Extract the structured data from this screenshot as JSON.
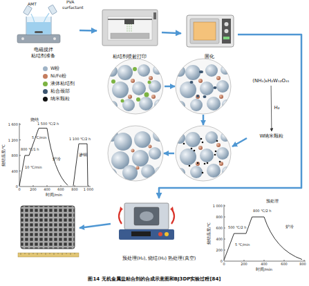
{
  "diagram": {
    "caption": "图14 无机金属盐粘合剂的合成示意图和BJ3DP实验过程[84]",
    "nodes": [
      {
        "text": [
          "电磁搅拌",
          "粘结剂准备"
        ]
      },
      {
        "text": [
          "粘结剂喷射打印"
        ]
      },
      {
        "text": [
          "固化"
        ]
      },
      {
        "text": [
          "(NH₄)₆H₂W₁₂O₄₁"
        ]
      },
      {
        "text": [
          "W纳米颗粒"
        ]
      },
      {
        "text": [
          "预处理(H₂), 烧结(H₂) 热处理(真空)"
        ]
      }
    ],
    "edges": [
      {
        "from": 0,
        "to": 1,
        "arrow": "to"
      },
      {
        "from": 1,
        "to": 2,
        "arrow": "to"
      },
      {
        "from": 2,
        "to": 5,
        "arrow": "to"
      },
      {
        "from": 3,
        "to": 4,
        "label": "H₂",
        "arrow": "to"
      }
    ],
    "labels": [
      "AMT",
      "PVA",
      "surfactant",
      "烧结",
      "1 500 ℃/2 h",
      "800 ℃/1 h",
      "5 ℃/min",
      "10 ℃/min",
      "炉冷",
      "1 100 ℃/2 h",
      "渗铜",
      "烧结温度/℃",
      "时间/min",
      "0",
      "400",
      "800",
      "1 200",
      "1 600",
      "0",
      "200",
      "400",
      "600",
      "800",
      "1 000",
      "预处理",
      "800 ℃/2 h",
      "500 ℃/2 h",
      "5 ℃/min",
      "炉冷",
      "烧结温度/℃",
      "时间/min",
      "0",
      "200",
      "400",
      "600",
      "800",
      "1 000",
      "0",
      "200",
      "400",
      "600",
      "800"
    ],
    "legend": [
      {
        "text": "W粉",
        "color": "#9fb3c6"
      },
      {
        "text": "Ni/Fe粉",
        "color": "#c47c5e"
      },
      {
        "text": "液体粘结剂",
        "color": "#7cb342"
      },
      {
        "text": "粘合颈部",
        "color": "#3d5670"
      },
      {
        "text": "纳米颗粒",
        "color": "#111111"
      }
    ]
  }
}
